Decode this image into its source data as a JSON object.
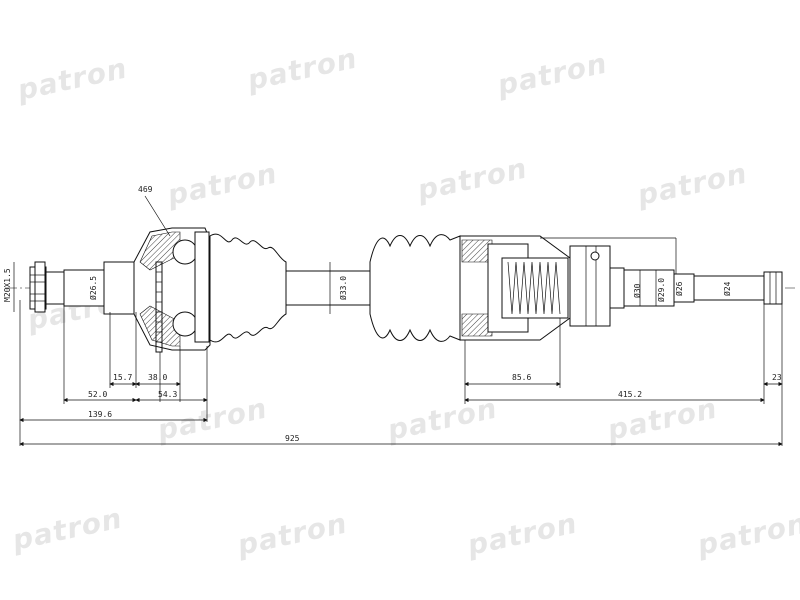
{
  "watermark": {
    "text": "patron"
  },
  "diagram": {
    "callout": "469",
    "dimensions": {
      "thread": "M20X1.5",
      "d_outer_stub": "Ø26.5",
      "d_center": "Ø33.0",
      "d_inner_1": "Ø30",
      "d_inner_2": "Ø29.0",
      "d_inner_3": "Ø26",
      "d_inner_4": "Ø24",
      "d_15_7": "15.7",
      "d_38_0": "38.0",
      "d_52_0": "52.0",
      "d_54_3": "54.3",
      "d_139_6": "139.6",
      "d_85_6": "85.6",
      "d_415_2": "415.2",
      "d_23": "23",
      "total": "925"
    }
  }
}
